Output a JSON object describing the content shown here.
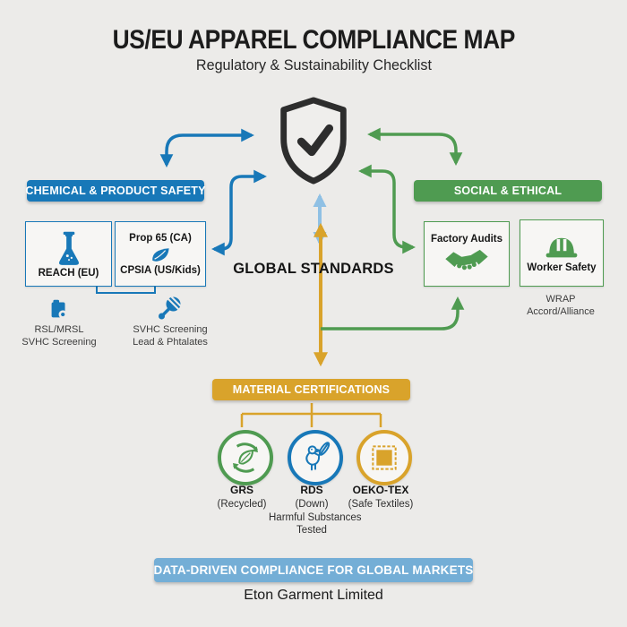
{
  "title": "US/EU APPAREL COMPLIANCE MAP",
  "subtitle": "Regulatory & Sustainability Checklist",
  "palette": {
    "blue": "#1878b8",
    "light_blue": "#8fc0e4",
    "green": "#4f9b51",
    "gold": "#d9a32b",
    "banner_blue": "#74aed6",
    "ink": "#2d2d2d",
    "background": "#ecebe9"
  },
  "center": {
    "label": "GLOBAL STANDARDS"
  },
  "chemical": {
    "header": "CHEMICAL & PRODUCT SAFETY",
    "boxes": {
      "reach": {
        "label": "REACH (EU)",
        "icon": "flask-icon"
      },
      "prop65": {
        "top_label": "Prop 65 (CA)",
        "bottom_label": "CPSIA (US/Kids)",
        "icon": "leaf-icon"
      }
    },
    "notes": [
      {
        "icon": "clipboard-lens-icon",
        "lines": [
          "RSL/MRSL",
          "SVHC Screening"
        ]
      },
      {
        "icon": "rattle-icon",
        "lines": [
          "SVHC Screening",
          "Lead & Phtalates"
        ]
      }
    ]
  },
  "social": {
    "header": "SOCIAL & ETHICAL",
    "boxes": {
      "factory_audits": {
        "label": "Factory Audits",
        "icon": "handshake-icon"
      },
      "worker_safety": {
        "label": "Worker Safety",
        "icon": "hard-hat-icon"
      }
    },
    "note_lines": [
      "WRAP",
      "Accord/Alliance"
    ]
  },
  "material": {
    "header": "MATERIAL CERTIFICATIONS",
    "certs": [
      {
        "name": "GRS",
        "sub": "(Recycled)",
        "icon": "recycle-leaf-icon",
        "ring_color": "#4f9b51"
      },
      {
        "name": "RDS",
        "sub": "(Down)",
        "extra": [
          "Harmful Substances",
          "Tested"
        ],
        "icon": "bird-icon",
        "ring_color": "#1878b8"
      },
      {
        "name": "OEKO-TEX",
        "sub": "(Safe Textiles)",
        "icon": "stamp-icon",
        "ring_color": "#d9a32b"
      }
    ]
  },
  "footer": {
    "banner": "DATA-DRIVEN COMPLIANCE FOR GLOBAL MARKETS",
    "company": "Eton Garment Limited"
  }
}
